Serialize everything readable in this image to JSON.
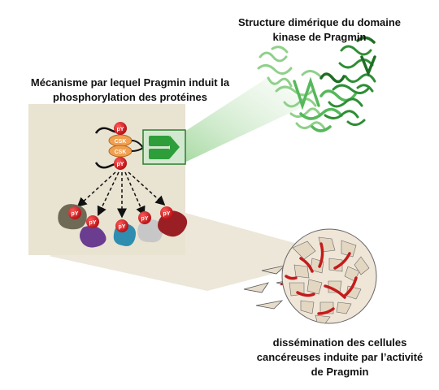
{
  "captions": {
    "structure": {
      "line1": "Structure dimérique du domaine",
      "line2": "kinase de Pragmin"
    },
    "mechanism": {
      "line1": "Mécanisme par lequel Pragmin induit la",
      "line2": "phosphorylation des protéines"
    },
    "dissemination": {
      "line1": "dissémination des cellules",
      "line2": "cancéreuses induite par l’activité",
      "line3": "de Pragmin"
    }
  },
  "labels": {
    "py": "pY",
    "csk": "CSK"
  },
  "colors": {
    "panel": "#e9e3d2",
    "highlight": "#d3e9cf",
    "kinase_green": "#2e9e3a",
    "py_red": "#d6161c",
    "csk_orange": "#f0a050",
    "cell_beige": "#e7dccb",
    "cell_red": "#c41b1b"
  }
}
